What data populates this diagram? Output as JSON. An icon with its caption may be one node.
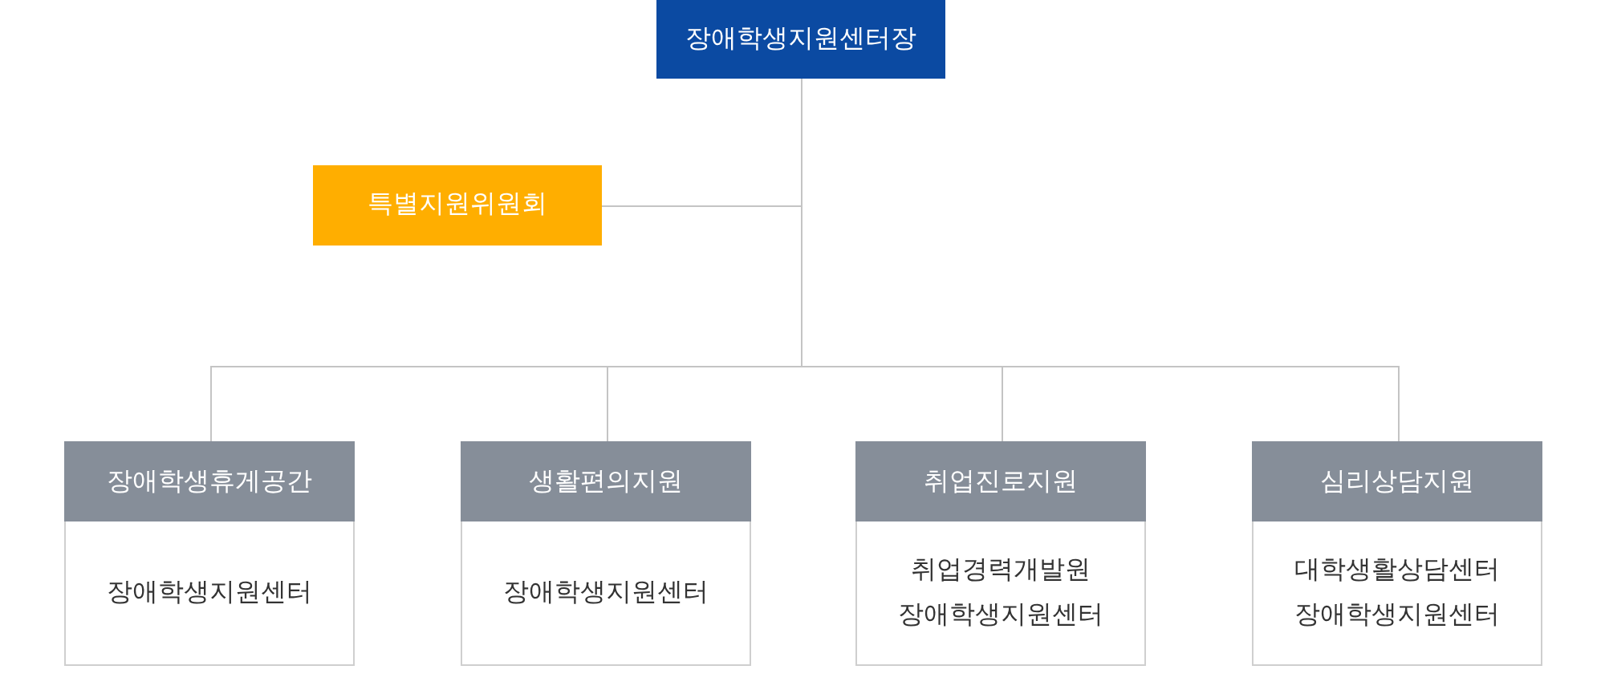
{
  "diagram": {
    "nodes": [
      {
        "text": [
          "장애학생지원센터장"
        ]
      },
      {
        "text": [
          "특별지원위원회"
        ]
      },
      {
        "text": [
          "장애학생휴게공간",
          "장애학생지원센터"
        ]
      },
      {
        "text": [
          "생활편의지원",
          "장애학생지원센터"
        ]
      },
      {
        "text": [
          "취업진로지원",
          "취업경력개발원",
          "장애학생지원센터"
        ]
      },
      {
        "text": [
          "심리상담지원",
          "대학생활상담센터",
          "장애학생지원센터"
        ]
      }
    ],
    "edges": [
      {
        "from": 0,
        "to": 1,
        "arrow": "none"
      },
      {
        "from": 0,
        "to": 2,
        "arrow": "none"
      },
      {
        "from": 0,
        "to": 3,
        "arrow": "none"
      },
      {
        "from": 0,
        "to": 4,
        "arrow": "none"
      },
      {
        "from": 0,
        "to": 5,
        "arrow": "none"
      }
    ]
  }
}
